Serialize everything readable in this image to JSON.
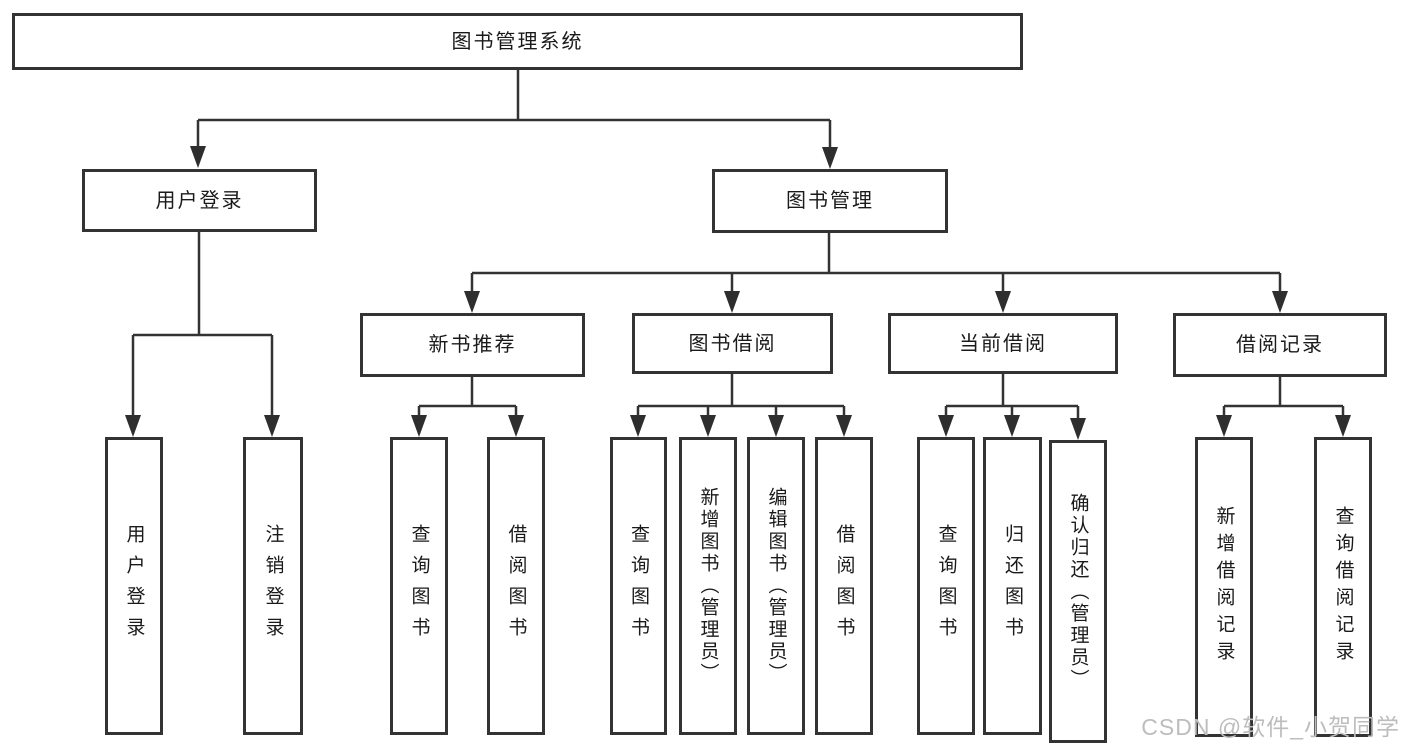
{
  "root": {
    "label": "图书管理系统"
  },
  "level2": {
    "user_login": {
      "label": "用户登录"
    },
    "book_management": {
      "label": "图书管理"
    }
  },
  "level3": {
    "new_book_recommend": {
      "label": "新书推荐"
    },
    "book_borrowing": {
      "label": "图书借阅"
    },
    "current_borrowing": {
      "label": "当前借阅"
    },
    "borrowing_records": {
      "label": "借阅记录"
    }
  },
  "leaves": {
    "user_login": [
      "用户登录",
      "注销登录"
    ],
    "new_book_recommend": [
      "查询图书",
      "借阅图书"
    ],
    "book_borrowing": [
      "查询图书",
      "新增图书（管理员）",
      "编辑图书（管理员）",
      "借阅图书"
    ],
    "current_borrowing": [
      "查询图书",
      "归还图书",
      "确认归还（管理员）"
    ],
    "borrowing_records": [
      "新增借阅记录",
      "查询借阅记录"
    ]
  },
  "watermark": {
    "text": "CSDN @软件_小贺同学"
  },
  "colors": {
    "line": "#333333",
    "text": "#1a1a1a",
    "watermark": "#bdbdbd",
    "background": "#ffffff"
  }
}
